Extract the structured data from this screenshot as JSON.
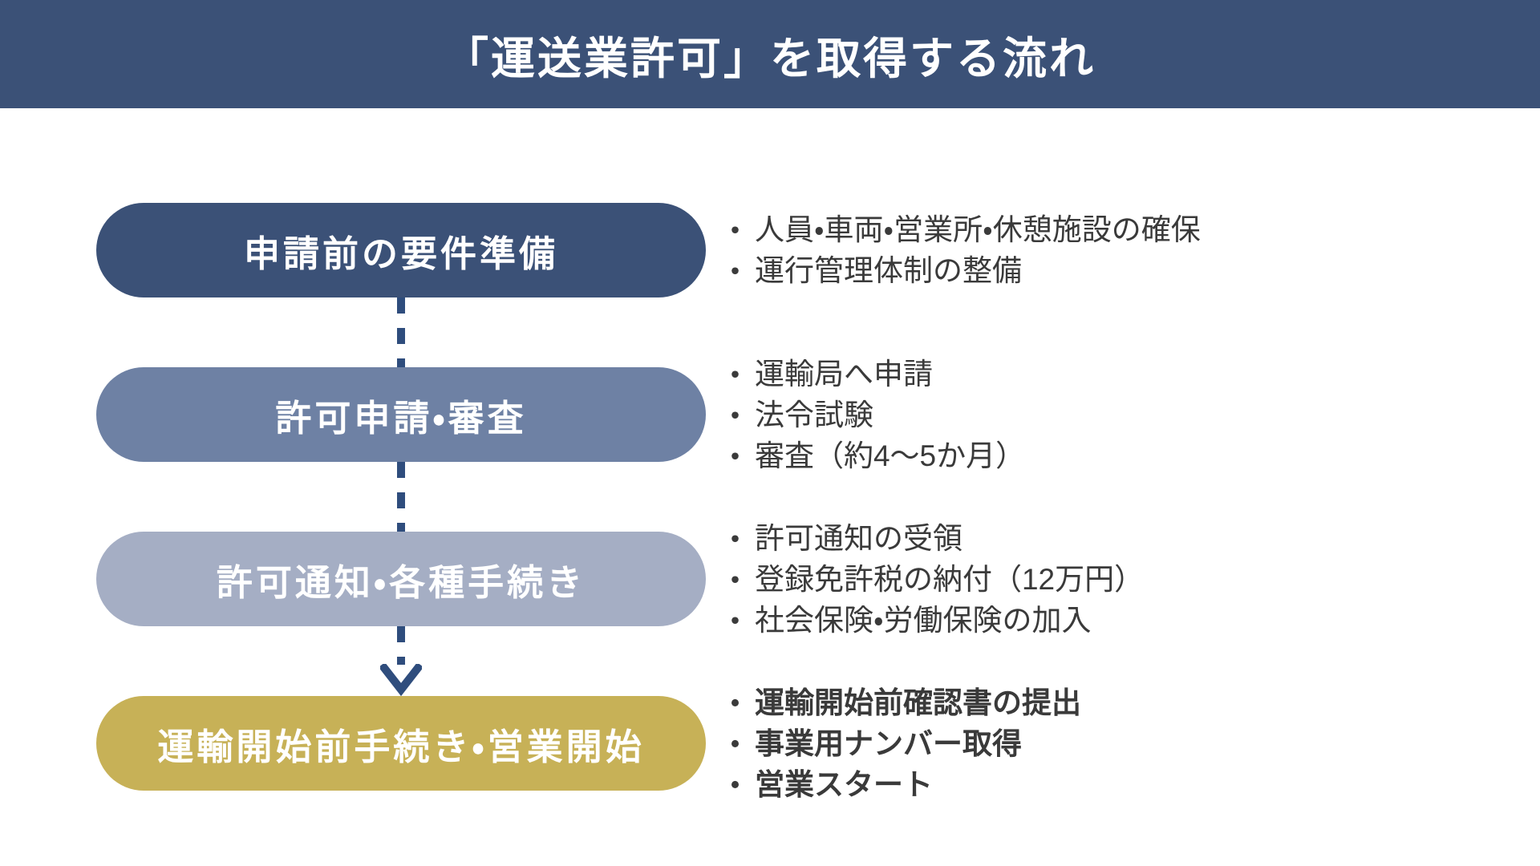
{
  "title": "「運送業許可」を取得する流れ",
  "ui": {
    "bullet_glyph": "•"
  },
  "colors": {
    "header_bg": "#3b5177",
    "connector": "#2f4d7d",
    "bullet_text": "#3a3a3a",
    "step_label_text": "#ffffff",
    "background": "#ffffff"
  },
  "steps": [
    {
      "label": "申請前の要件準備",
      "color": "#3b5177",
      "emphasis": false,
      "bullets": [
        "人員・車両・営業所・休憩施設の確保",
        "運行管理体制の整備"
      ]
    },
    {
      "label": "許可申請・審査",
      "color": "#6e81a4",
      "emphasis": false,
      "bullets": [
        "運輸局へ申請",
        "法令試験",
        "審査（約4～5か月）"
      ]
    },
    {
      "label": "許可通知・各種手続き",
      "color": "#a5aec4",
      "emphasis": false,
      "bullets": [
        "許可通知の受領",
        "登録免許税の納付（12万円）",
        "社会保険・労働保険の加入"
      ]
    },
    {
      "label": "運輸開始前手続き・営業開始",
      "color": "#c7b157",
      "emphasis": true,
      "bullets": [
        "運輸開始前確認書の提出",
        "事業用ナンバー取得",
        "営業スタート"
      ]
    }
  ]
}
